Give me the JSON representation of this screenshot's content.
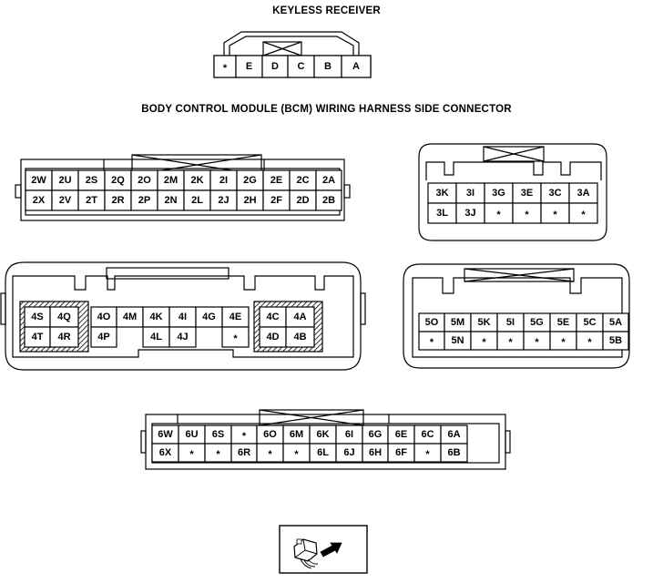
{
  "titles": {
    "keyless": "KEYLESS RECEIVER",
    "bcm": "BODY CONTROL MODULE (BCM) WIRING HARNESS SIDE CONNECTOR"
  },
  "connectors": [
    {
      "id": "keyless",
      "rows": [
        [
          "*",
          "E",
          "D",
          "C",
          "B",
          "A"
        ]
      ]
    },
    {
      "id": "c2",
      "rows": [
        [
          "2W",
          "2U",
          "2S",
          "2Q",
          "2O",
          "2M",
          "2K",
          "2I",
          "2G",
          "2E",
          "2C",
          "2A"
        ],
        [
          "2X",
          "2V",
          "2T",
          "2R",
          "2P",
          "2N",
          "2L",
          "2J",
          "2H",
          "2F",
          "2D",
          "2B"
        ]
      ]
    },
    {
      "id": "c3",
      "rows": [
        [
          "3K",
          "3I",
          "3G",
          "3E",
          "3C",
          "3A"
        ],
        [
          "3L",
          "3J",
          "*",
          "*",
          "*",
          "*"
        ]
      ]
    },
    {
      "id": "c4",
      "rows": [
        [
          "4S",
          "4Q",
          "4O",
          "4M",
          "4K",
          "4I",
          "4G",
          "4E",
          "4C",
          "4A"
        ],
        [
          "4T",
          "4R",
          "4P",
          "",
          "4L",
          "4J",
          "",
          "*",
          "4D",
          "4B"
        ]
      ]
    },
    {
      "id": "c5",
      "rows": [
        [
          "5O",
          "5M",
          "5K",
          "5I",
          "5G",
          "5E",
          "5C",
          "5A"
        ],
        [
          "*",
          "5N",
          "*",
          "*",
          "*",
          "*",
          "*",
          "5B"
        ]
      ]
    },
    {
      "id": "c6",
      "rows": [
        [
          "6W",
          "6U",
          "6S",
          "*",
          "6O",
          "6M",
          "6K",
          "6I",
          "6G",
          "6E",
          "6C",
          "6A"
        ],
        [
          "6X",
          "*",
          "*",
          "6R",
          "*",
          "*",
          "6L",
          "6J",
          "6H",
          "6F",
          "*",
          "6B"
        ]
      ]
    }
  ],
  "icons": [
    "harness-connector-icon"
  ]
}
